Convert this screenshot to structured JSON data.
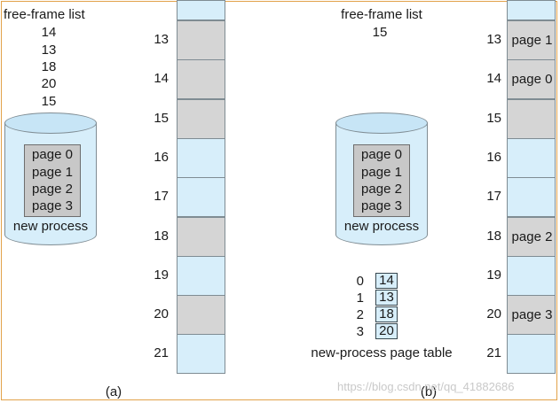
{
  "panel_a": {
    "free_list_title": "free-frame list",
    "free_list": [
      "14",
      "13",
      "18",
      "20",
      "15"
    ],
    "disk_pages": [
      "page 0",
      "page 1",
      "page 2",
      "page 3"
    ],
    "disk_caption": "new process",
    "caption": "(a)",
    "memory": {
      "frames": [
        "13",
        "14",
        "15",
        "16",
        "17",
        "18",
        "19",
        "20",
        "21"
      ],
      "states": [
        "used",
        "used",
        "used",
        "free",
        "free",
        "used",
        "free",
        "used",
        "free"
      ],
      "labels": [
        "",
        "",
        "",
        "",
        "",
        "",
        "",
        "",
        ""
      ]
    }
  },
  "panel_b": {
    "free_list_title": "free-frame list",
    "free_list": [
      "15"
    ],
    "disk_pages": [
      "page 0",
      "page 1",
      "page 2",
      "page 3"
    ],
    "disk_caption": "new process",
    "caption": "(b)",
    "page_table": {
      "indexes": [
        "0",
        "1",
        "2",
        "3"
      ],
      "frames": [
        "14",
        "13",
        "18",
        "20"
      ],
      "caption": "new-process page table"
    },
    "memory": {
      "frames": [
        "13",
        "14",
        "15",
        "16",
        "17",
        "18",
        "19",
        "20",
        "21"
      ],
      "states": [
        "used",
        "used",
        "used",
        "free",
        "free",
        "used",
        "free",
        "used",
        "free"
      ],
      "labels": [
        "page 1",
        "page 0",
        "",
        "",
        "",
        "page 2",
        "",
        "page 3",
        ""
      ]
    }
  },
  "watermark": "https://blog.csdn.net/qq_41882686",
  "colors": {
    "free_frame": "#d7eefa",
    "used_frame": "#d5d5d5",
    "border": "#e2a24a"
  }
}
